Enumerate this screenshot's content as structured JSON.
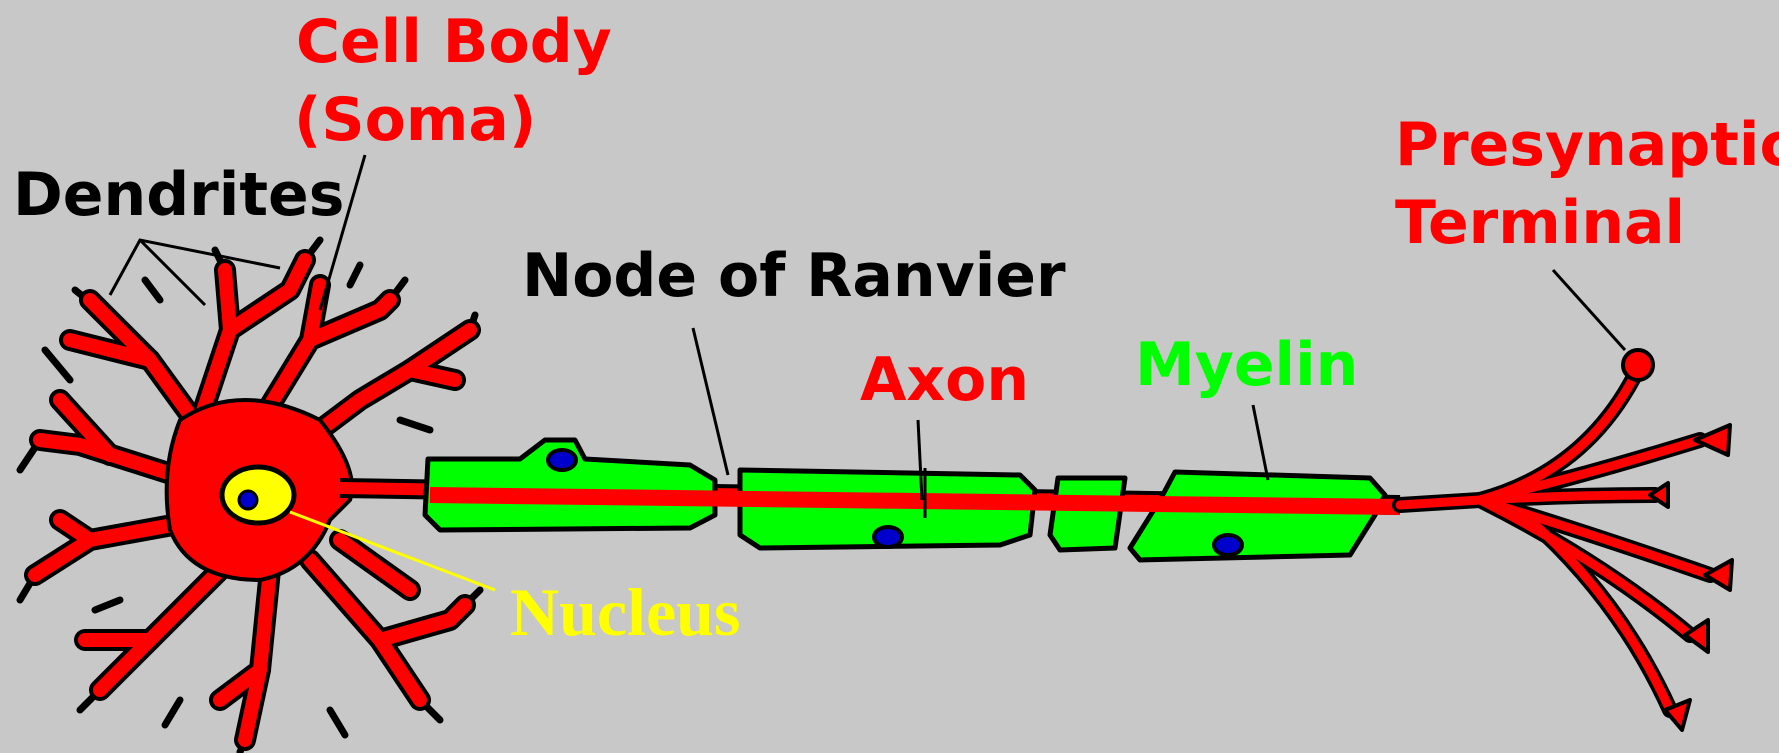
{
  "colors": {
    "background": "#c8c8c8",
    "cell_red": "#ff0000",
    "outline": "#000000",
    "myelin_green": "#00ff00",
    "nucleus_yellow": "#ffff00",
    "schwann_nucleus_blue": "#0000cc"
  },
  "labels": {
    "cell_body_line1": "Cell Body",
    "cell_body_line2": "(Soma)",
    "dendrites": "Dendrites",
    "node_of_ranvier": "Node of Ranvier",
    "axon": "Axon",
    "myelin": "Myelin",
    "presynaptic_line1": "Presynaptic",
    "presynaptic_line2": "Terminal",
    "nucleus": "Nucleus"
  }
}
